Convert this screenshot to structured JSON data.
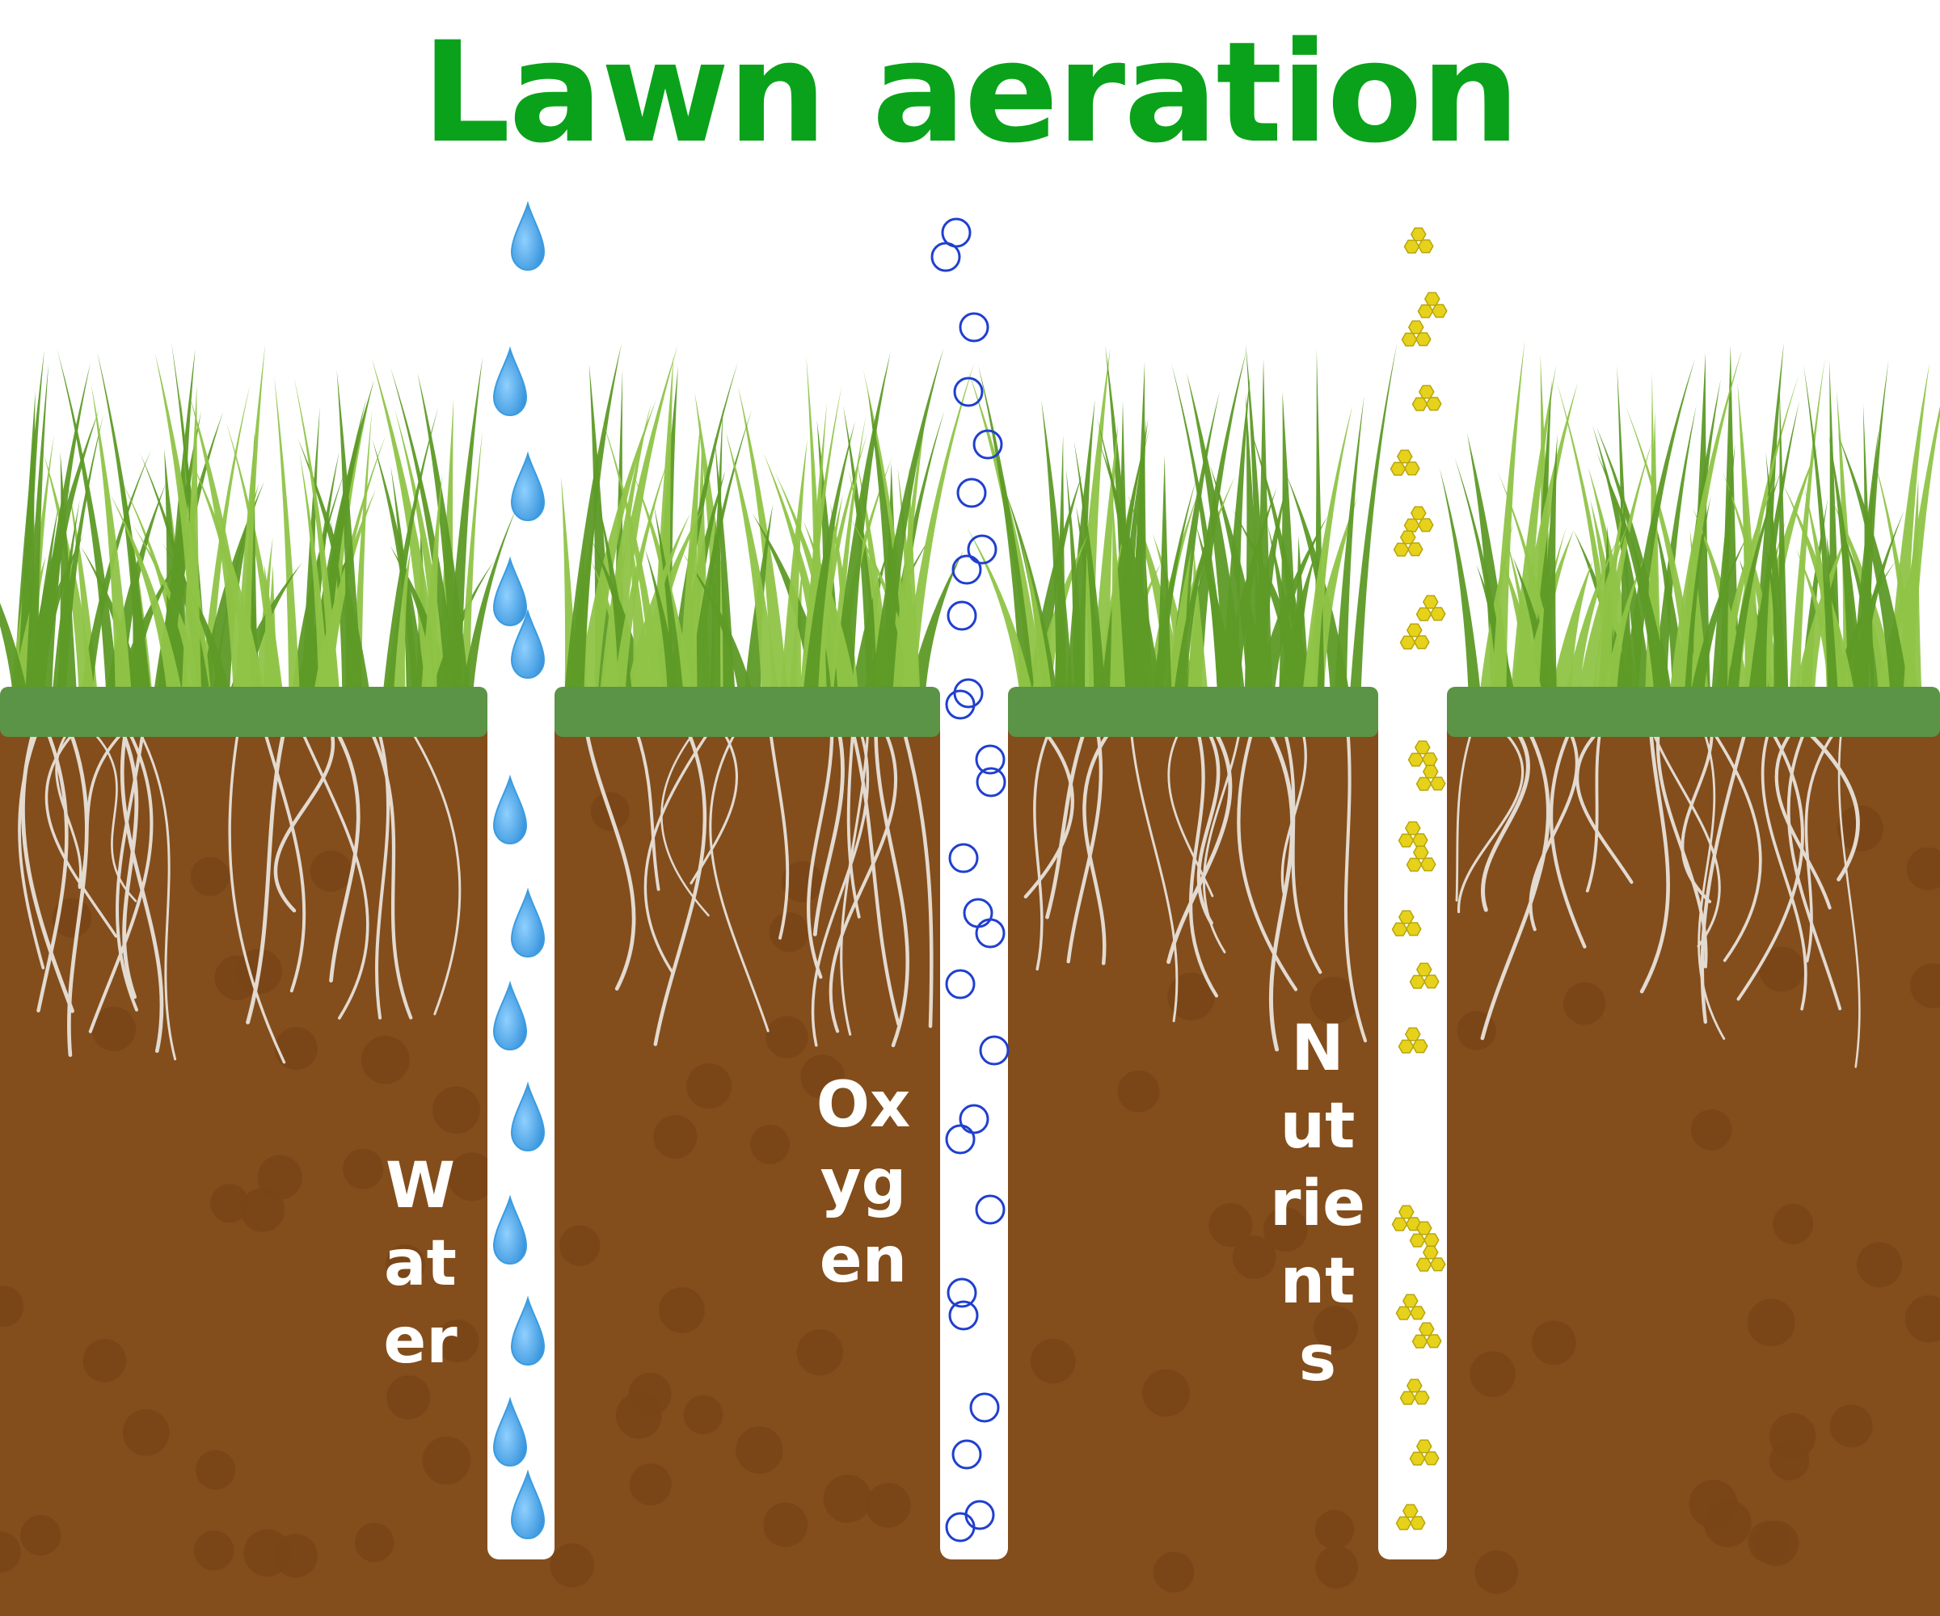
{
  "title": "Lawn aeration",
  "labels": {
    "water": "Water",
    "oxygen": "Oxygen",
    "nutrients": "Nutrients"
  },
  "colors": {
    "title": "#0aa21a",
    "soil": "#834e1c",
    "soil_dots": "#7a4516",
    "turf": "#5b9446",
    "grass_light": "#8fc447",
    "grass_dark": "#5d9a26",
    "roots": "#e3dad0",
    "water_drop": "#3a9ce0",
    "oxygen_bubble": "#1f3fcf",
    "nutrient": "#e6d21a"
  },
  "icons": [
    "water-drop-icon",
    "oxygen-bubble-icon",
    "nutrient-granule-icon"
  ]
}
